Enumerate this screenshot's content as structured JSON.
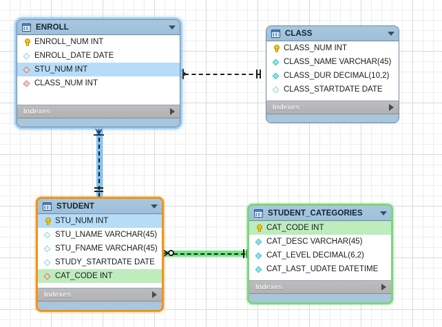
{
  "diagram": {
    "title": "EER Diagram Canvas",
    "background": "#ffffff",
    "grid_minor_color": "#eeeeee",
    "grid_major_color": "#d9d9d9",
    "header_color": "#a8c6dd",
    "selected_table_border": "#f0921e",
    "related_table_border": "#7ed47e",
    "pk_highlight_color": "#b6dcf7",
    "fk_highlight_color": "#bdecbd"
  },
  "footer_label": "Indexes",
  "tables": [
    {
      "name": "ENROLL",
      "icon": "table-icon",
      "collapse_icon": "chevron-down-icon",
      "selection": "blue-glow",
      "columns": [
        {
          "name": "ENROLL_NUM INT",
          "icon": "primary-key-icon",
          "highlight": "none"
        },
        {
          "name": "ENROLL_DATE DATE",
          "icon": "column-diamond-icon",
          "highlight": "none"
        },
        {
          "name": "STU_NUM INT",
          "icon": "foreign-key-diamond-icon",
          "highlight": "blue"
        },
        {
          "name": "CLASS_NUM INT",
          "icon": "foreign-key-diamond-icon",
          "highlight": "none"
        }
      ]
    },
    {
      "name": "CLASS",
      "icon": "table-icon",
      "collapse_icon": "chevron-down-icon",
      "selection": "none",
      "columns": [
        {
          "name": "CLASS_NUM INT",
          "icon": "primary-key-icon",
          "highlight": "none"
        },
        {
          "name": "CLASS_NAME VARCHAR(45)",
          "icon": "column-diamond-icon",
          "highlight": "none"
        },
        {
          "name": "CLASS_DUR DECIMAL(10,2)",
          "icon": "column-diamond-icon",
          "highlight": "none"
        },
        {
          "name": "CLASS_STARTDATE DATE",
          "icon": "column-diamond-icon",
          "highlight": "none"
        }
      ]
    },
    {
      "name": "STUDENT",
      "icon": "table-icon",
      "collapse_icon": "chevron-down-icon",
      "selection": "orange-border",
      "columns": [
        {
          "name": "STU_NUM INT",
          "icon": "primary-key-icon",
          "highlight": "blue"
        },
        {
          "name": "STU_LNAME VARCHAR(45)",
          "icon": "column-diamond-icon",
          "highlight": "none"
        },
        {
          "name": "STU_FNAME VARCHAR(45)",
          "icon": "column-diamond-icon",
          "highlight": "none"
        },
        {
          "name": "STUDY_STARTDATE DATE",
          "icon": "column-diamond-icon",
          "highlight": "none"
        },
        {
          "name": "CAT_CODE INT",
          "icon": "foreign-key-diamond-icon",
          "highlight": "green"
        }
      ]
    },
    {
      "name": "STUDENT_CATEGORIES",
      "icon": "table-icon",
      "collapse_icon": "chevron-down-icon",
      "selection": "green-border",
      "columns": [
        {
          "name": "CAT_CODE INT",
          "icon": "primary-key-icon",
          "highlight": "green"
        },
        {
          "name": "CAT_DESC VARCHAR(45)",
          "icon": "column-diamond-icon",
          "highlight": "none"
        },
        {
          "name": "CAT_LEVEL DECIMAL(6,2)",
          "icon": "column-diamond-icon",
          "highlight": "none"
        },
        {
          "name": "CAT_LAST_UDATE DATETIME",
          "icon": "column-diamond-icon",
          "highlight": "none"
        }
      ]
    }
  ],
  "relationships": [
    {
      "id": "enroll-class",
      "from": "ENROLL.CLASS_NUM",
      "to": "CLASS.CLASS_NUM",
      "line_style": "dashed",
      "from_cardinality": "crows-foot-many",
      "to_cardinality": "one",
      "highlight": "none"
    },
    {
      "id": "enroll-student",
      "from": "ENROLL.STU_NUM",
      "to": "STUDENT.STU_NUM",
      "line_style": "dashed",
      "from_cardinality": "crows-foot-many",
      "to_cardinality": "one",
      "highlight": "blue"
    },
    {
      "id": "student-categories",
      "from": "STUDENT.CAT_CODE",
      "to": "STUDENT_CATEGORIES.CAT_CODE",
      "line_style": "dashed",
      "from_cardinality": "crows-foot-zero-or-many",
      "to_cardinality": "one",
      "highlight": "green"
    }
  ]
}
